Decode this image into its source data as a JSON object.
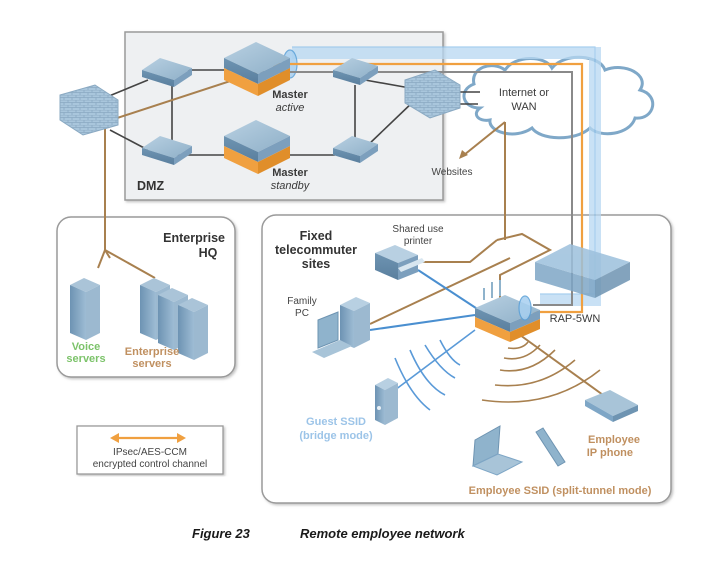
{
  "figure": {
    "number": "Figure 23",
    "title": "Remote employee network"
  },
  "zones": {
    "dmz": "DMZ",
    "hq_line1": "Enterprise",
    "hq_line2": "HQ",
    "fixed_line1": "Fixed",
    "fixed_line2": "telecommuter",
    "fixed_line3": "sites"
  },
  "nodes": {
    "master_active_line1": "Master",
    "master_active_line2": "active",
    "master_standby_line1": "Master",
    "master_standby_line2": "standby",
    "internet_line1": "Internet or",
    "internet_line2": "WAN",
    "websites": "Websites",
    "voice_line1": "Voice",
    "voice_line2": "servers",
    "enterprise_line1": "Enterprise",
    "enterprise_line2": "servers",
    "printer_line1": "Shared use",
    "printer_line2": "printer",
    "pc_line1": "Family",
    "pc_line2": "PC",
    "rap": "RAP-5WN",
    "guest_line1": "Guest SSID",
    "guest_line2": "(bridge mode)",
    "ipphone_line1": "Employee",
    "ipphone_line2": "IP phone",
    "employee_ssid": "Employee SSID (split-tunnel mode)"
  },
  "legend": {
    "line1": "IPsec/AES-CCM",
    "line2": "encrypted control channel"
  },
  "colors": {
    "tunnel_orange": "#f0a040",
    "wired_brown": "#a8804f",
    "wifi_blue": "#5a9ad8",
    "tunnel_blue": "#a8d0f0",
    "device_blue": "#8fb3cc",
    "dmz_bg": "#eef0f2"
  }
}
